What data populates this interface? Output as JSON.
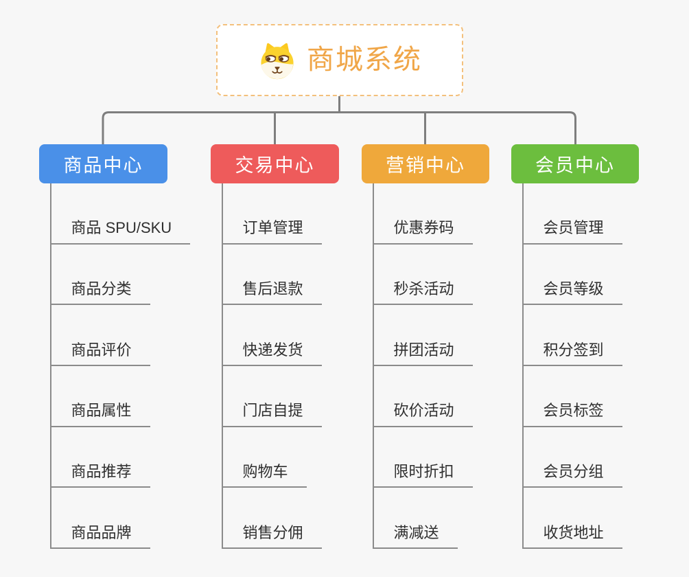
{
  "canvas": {
    "background": "#f7f7f7",
    "connector_color": "#7e7e7e",
    "underline_color": "#8b8b8b"
  },
  "root": {
    "title": "商城系统",
    "icon": "shiba-dog-icon",
    "text_color": "#f0a648",
    "border_color": "#f3c07c",
    "background": "#ffffff"
  },
  "branches": [
    {
      "label": "商品中心",
      "color": "#4a90e8",
      "items": [
        "商品 SPU/SKU",
        "商品分类",
        "商品评价",
        "商品属性",
        "商品推荐",
        "商品品牌"
      ]
    },
    {
      "label": "交易中心",
      "color": "#ee5b5b",
      "items": [
        "订单管理",
        "售后退款",
        "快递发货",
        "门店自提",
        "购物车",
        "销售分佣"
      ]
    },
    {
      "label": "营销中心",
      "color": "#efa83b",
      "items": [
        "优惠券码",
        "秒杀活动",
        "拼团活动",
        "砍价活动",
        "限时折扣",
        "满减送"
      ]
    },
    {
      "label": "会员中心",
      "color": "#6cbe3e",
      "items": [
        "会员管理",
        "会员等级",
        "积分签到",
        "会员标签",
        "会员分组",
        "收货地址"
      ]
    }
  ]
}
